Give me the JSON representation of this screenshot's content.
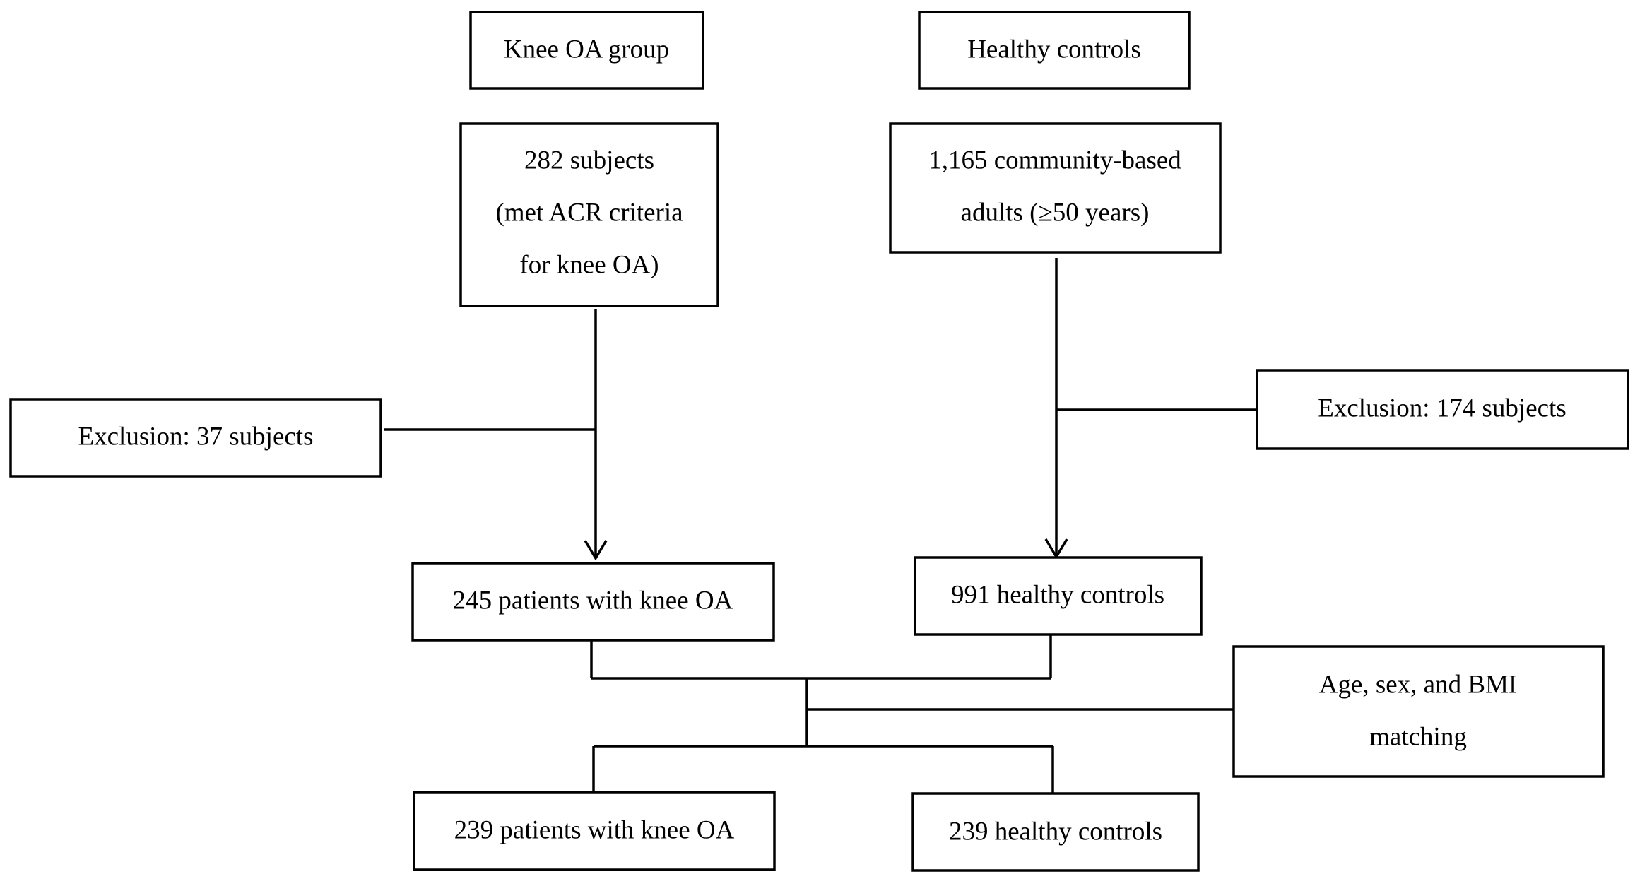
{
  "groups": {
    "knee_oa": {
      "header": "Knee OA group",
      "initial": [
        "282 subjects",
        "(met ACR criteria",
        "for knee OA)"
      ],
      "exclusion": "Exclusion: 37 subjects",
      "after_exclusion": "245 patients with knee OA",
      "final": "239 patients with knee OA"
    },
    "healthy": {
      "header": "Healthy controls",
      "initial": [
        "1,165 community-based",
        "adults (≥50 years)"
      ],
      "exclusion": "Exclusion: 174 subjects",
      "after_exclusion": "991 healthy controls",
      "final": "239 healthy controls"
    }
  },
  "matching": [
    "Age, sex, and BMI",
    "matching"
  ]
}
